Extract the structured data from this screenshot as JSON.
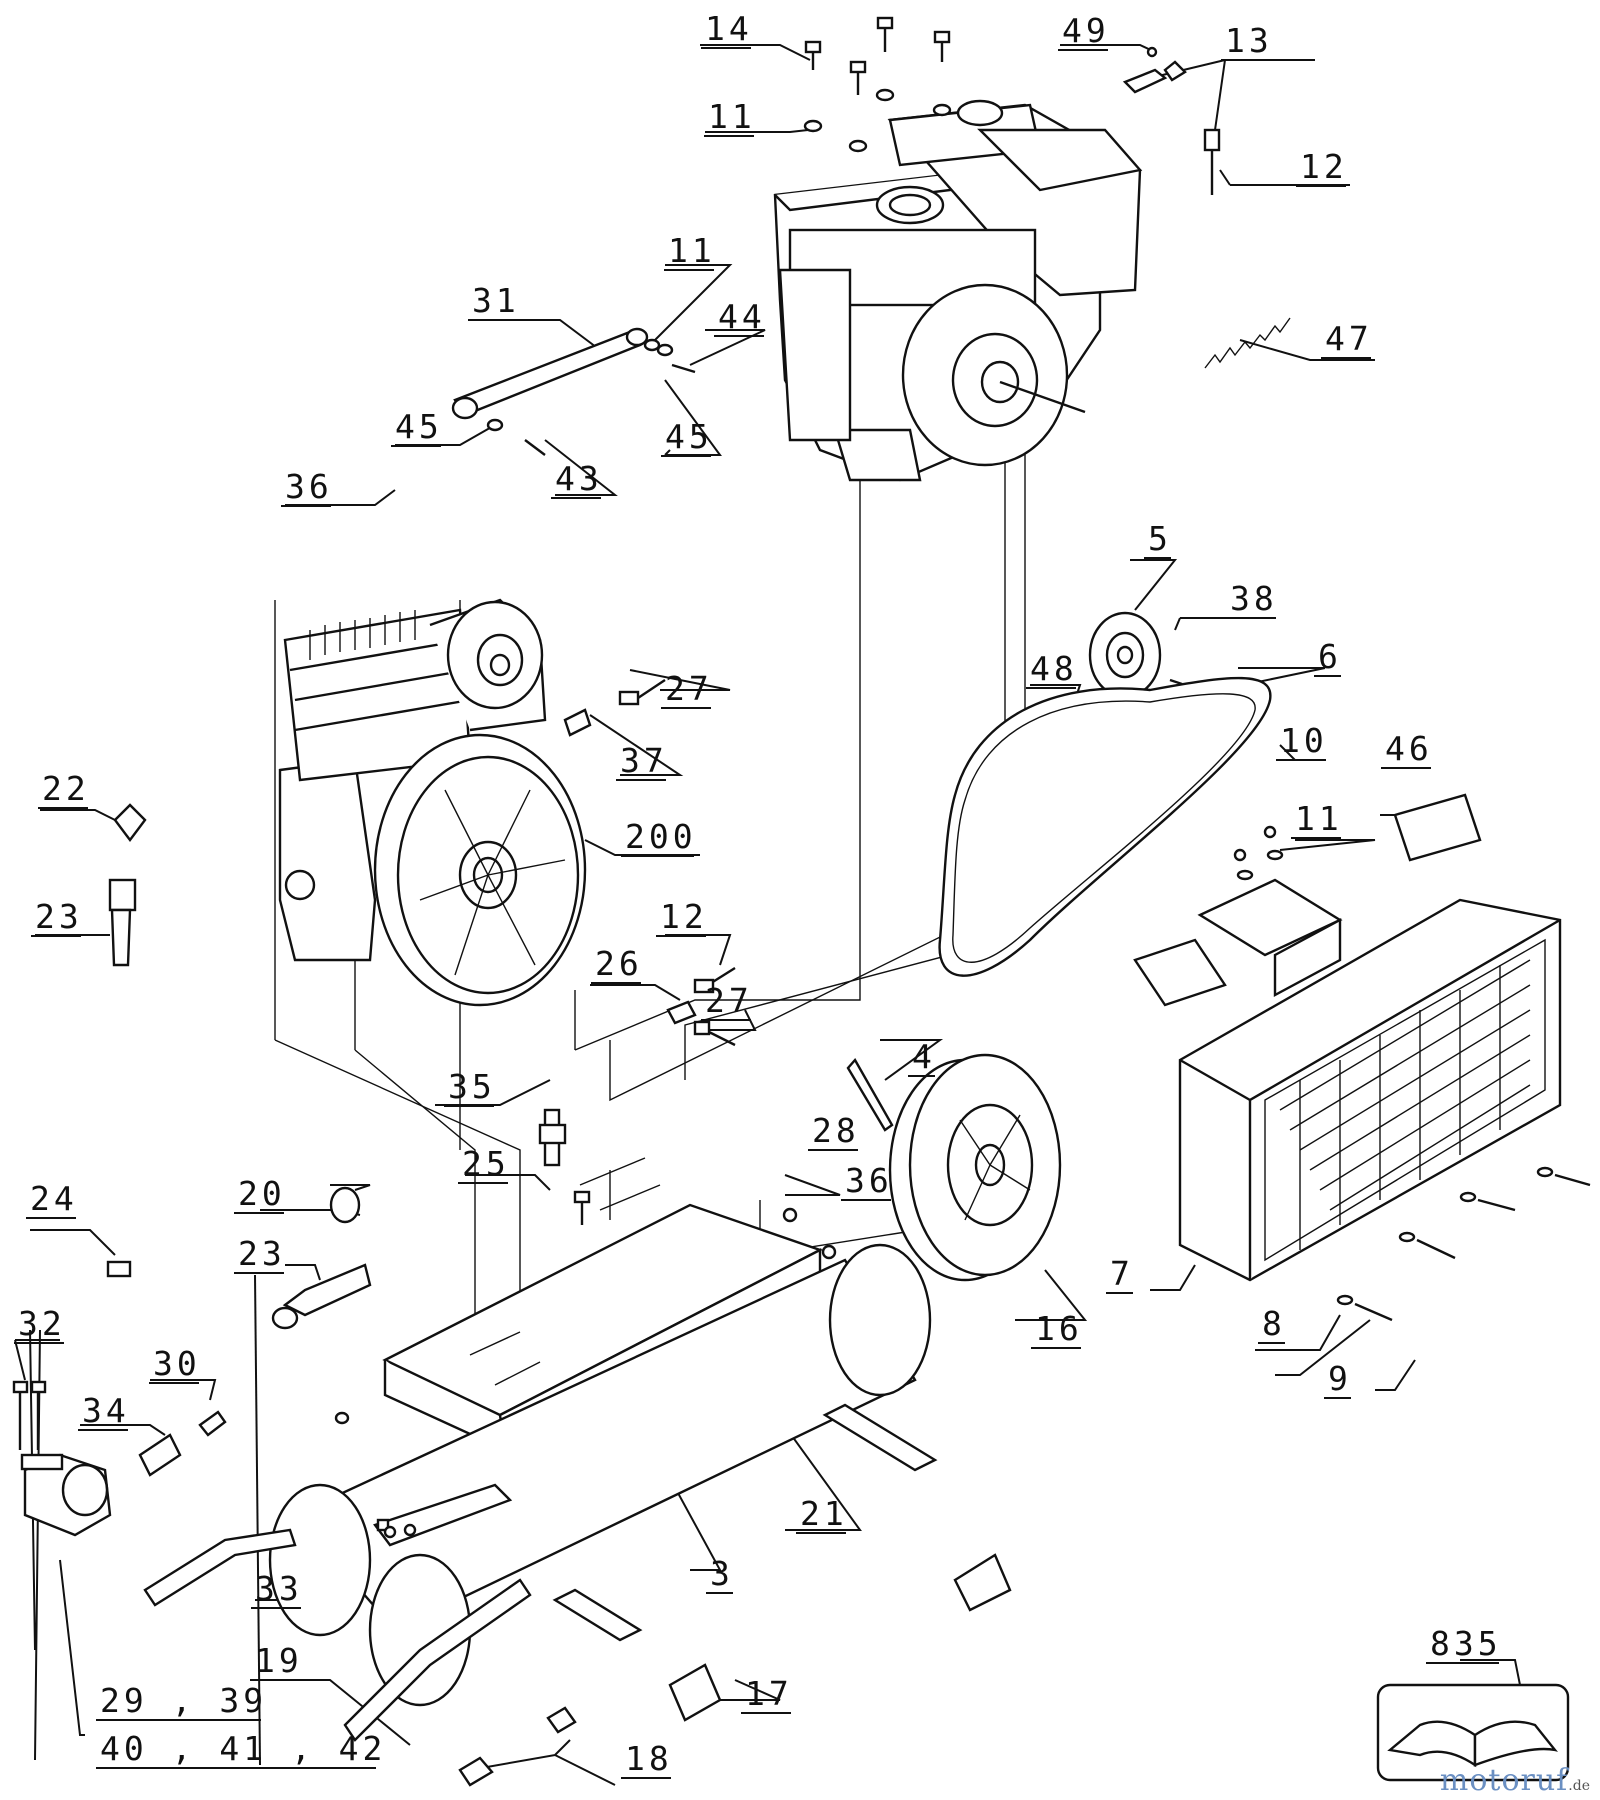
{
  "diagram": {
    "callouts": [
      {
        "id": "c14",
        "label": "14"
      },
      {
        "id": "c49",
        "label": "49"
      },
      {
        "id": "c13",
        "label": "13"
      },
      {
        "id": "c11a",
        "label": "11"
      },
      {
        "id": "c12a",
        "label": "12"
      },
      {
        "id": "c11b",
        "label": "11"
      },
      {
        "id": "c44",
        "label": "44"
      },
      {
        "id": "c31",
        "label": "31"
      },
      {
        "id": "c47",
        "label": "47"
      },
      {
        "id": "c45a",
        "label": "45"
      },
      {
        "id": "c45b",
        "label": "45"
      },
      {
        "id": "c43",
        "label": "43"
      },
      {
        "id": "c36a",
        "label": "36"
      },
      {
        "id": "c5",
        "label": "5"
      },
      {
        "id": "c38",
        "label": "38"
      },
      {
        "id": "c6",
        "label": "6"
      },
      {
        "id": "c48",
        "label": "48"
      },
      {
        "id": "c27a",
        "label": "27"
      },
      {
        "id": "c37",
        "label": "37"
      },
      {
        "id": "c10",
        "label": "10"
      },
      {
        "id": "c46",
        "label": "46"
      },
      {
        "id": "c22",
        "label": "22"
      },
      {
        "id": "c200",
        "label": "200"
      },
      {
        "id": "c11c",
        "label": "11"
      },
      {
        "id": "c23a",
        "label": "23"
      },
      {
        "id": "c12b",
        "label": "12"
      },
      {
        "id": "c26",
        "label": "26"
      },
      {
        "id": "c27b",
        "label": "27"
      },
      {
        "id": "c4",
        "label": "4"
      },
      {
        "id": "c35",
        "label": "35"
      },
      {
        "id": "c28",
        "label": "28"
      },
      {
        "id": "c25",
        "label": "25"
      },
      {
        "id": "c36b",
        "label": "36"
      },
      {
        "id": "c20",
        "label": "20"
      },
      {
        "id": "c24",
        "label": "24"
      },
      {
        "id": "c23b",
        "label": "23"
      },
      {
        "id": "c7",
        "label": "7"
      },
      {
        "id": "c16",
        "label": "16"
      },
      {
        "id": "c8",
        "label": "8"
      },
      {
        "id": "c32",
        "label": "32"
      },
      {
        "id": "c30",
        "label": "30"
      },
      {
        "id": "c9",
        "label": "9"
      },
      {
        "id": "c34",
        "label": "34"
      },
      {
        "id": "c21",
        "label": "21"
      },
      {
        "id": "c3",
        "label": "3"
      },
      {
        "id": "c33",
        "label": "33"
      },
      {
        "id": "c835",
        "label": "835"
      },
      {
        "id": "c19",
        "label": "19"
      },
      {
        "id": "c17",
        "label": "17"
      },
      {
        "id": "c29_39",
        "label": "29 , 39"
      },
      {
        "id": "c18",
        "label": "18"
      },
      {
        "id": "c40_42",
        "label": "40 , 41 , 42"
      }
    ]
  },
  "watermark": {
    "brand": "motoruf",
    "tld": ".de"
  }
}
